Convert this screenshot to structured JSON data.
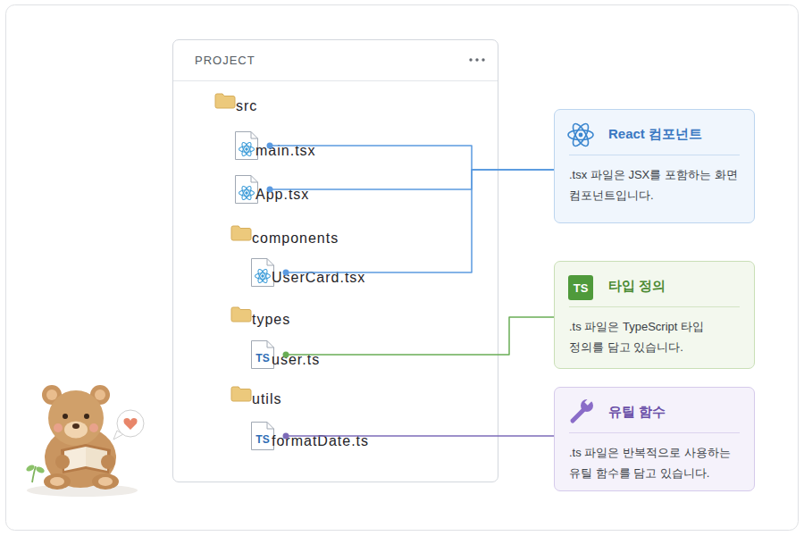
{
  "diagram": {
    "nodes": [
      {
        "text": [
          "PROJECT"
        ]
      },
      {
        "text": [
          "src"
        ],
        "in": 0
      },
      {
        "text": [
          "main.tsx"
        ],
        "in": 0
      },
      {
        "text": [
          "App.tsx"
        ],
        "in": 0
      },
      {
        "text": [
          "components"
        ],
        "in": 0
      },
      {
        "text": [
          "UserCard.tsx"
        ],
        "in": 0
      },
      {
        "text": [
          "types"
        ],
        "in": 0
      },
      {
        "text": [
          "user.ts"
        ],
        "in": 0
      },
      {
        "text": [
          "utils"
        ],
        "in": 0
      },
      {
        "text": [
          "formatDate.ts"
        ],
        "in": 0
      },
      {
        "text": [
          "React 컴포넌트",
          ".tsx 파일은 JSX를 포함하는 화면 컴포넌트입니다."
        ]
      },
      {
        "text": [
          "타입 정의",
          ".ts 파일은 TypeScript 타입 정의를 담고 있습니다."
        ]
      },
      {
        "text": [
          "유틸 함수",
          ".ts 파일은 반복적으로 사용하는 유틸 함수를 담고 있습니다."
        ]
      }
    ],
    "edges": [
      {
        "from": 2,
        "to": 10,
        "arrow": "none"
      },
      {
        "from": 3,
        "to": 10,
        "arrow": "none"
      },
      {
        "from": 5,
        "to": 10,
        "arrow": "none"
      },
      {
        "from": 7,
        "to": 11,
        "arrow": "none"
      },
      {
        "from": 9,
        "to": 12,
        "arrow": "none"
      }
    ],
    "labels": [
      "TS",
      "TS",
      "TS"
    ]
  }
}
